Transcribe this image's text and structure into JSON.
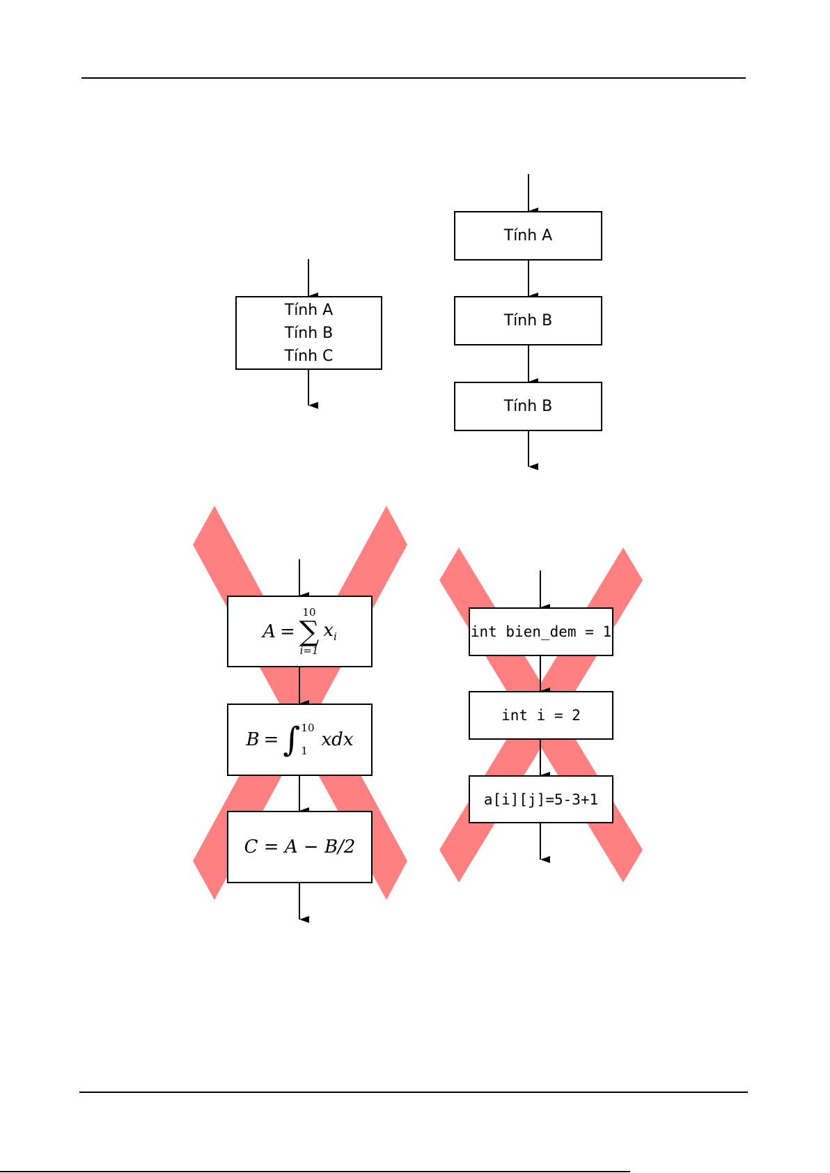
{
  "diagram_a": {
    "lines": [
      "Tính A",
      "Tính B",
      "Tính C"
    ]
  },
  "diagram_b": {
    "boxes": [
      "Tính A",
      "Tính B",
      "Tính B"
    ]
  },
  "diagram_c": {
    "box1": {
      "lhs": "A",
      "eq": "=",
      "sum": "∑",
      "upper": "10",
      "lower": "i=1",
      "term": "x",
      "sub": "i"
    },
    "box2": {
      "lhs": "B",
      "eq": "=",
      "integral": "∫",
      "upper": "10",
      "lower": "1",
      "term": "xdx"
    },
    "box3": {
      "expr": "C = A − B/2"
    },
    "crossed_out": true
  },
  "diagram_d": {
    "boxes": [
      "int bien_dem = 1",
      "int i = 2",
      "a[i][j]=5-3+1"
    ],
    "crossed_out": true
  },
  "colors": {
    "cross": "#ff8080",
    "stroke": "#000000"
  }
}
